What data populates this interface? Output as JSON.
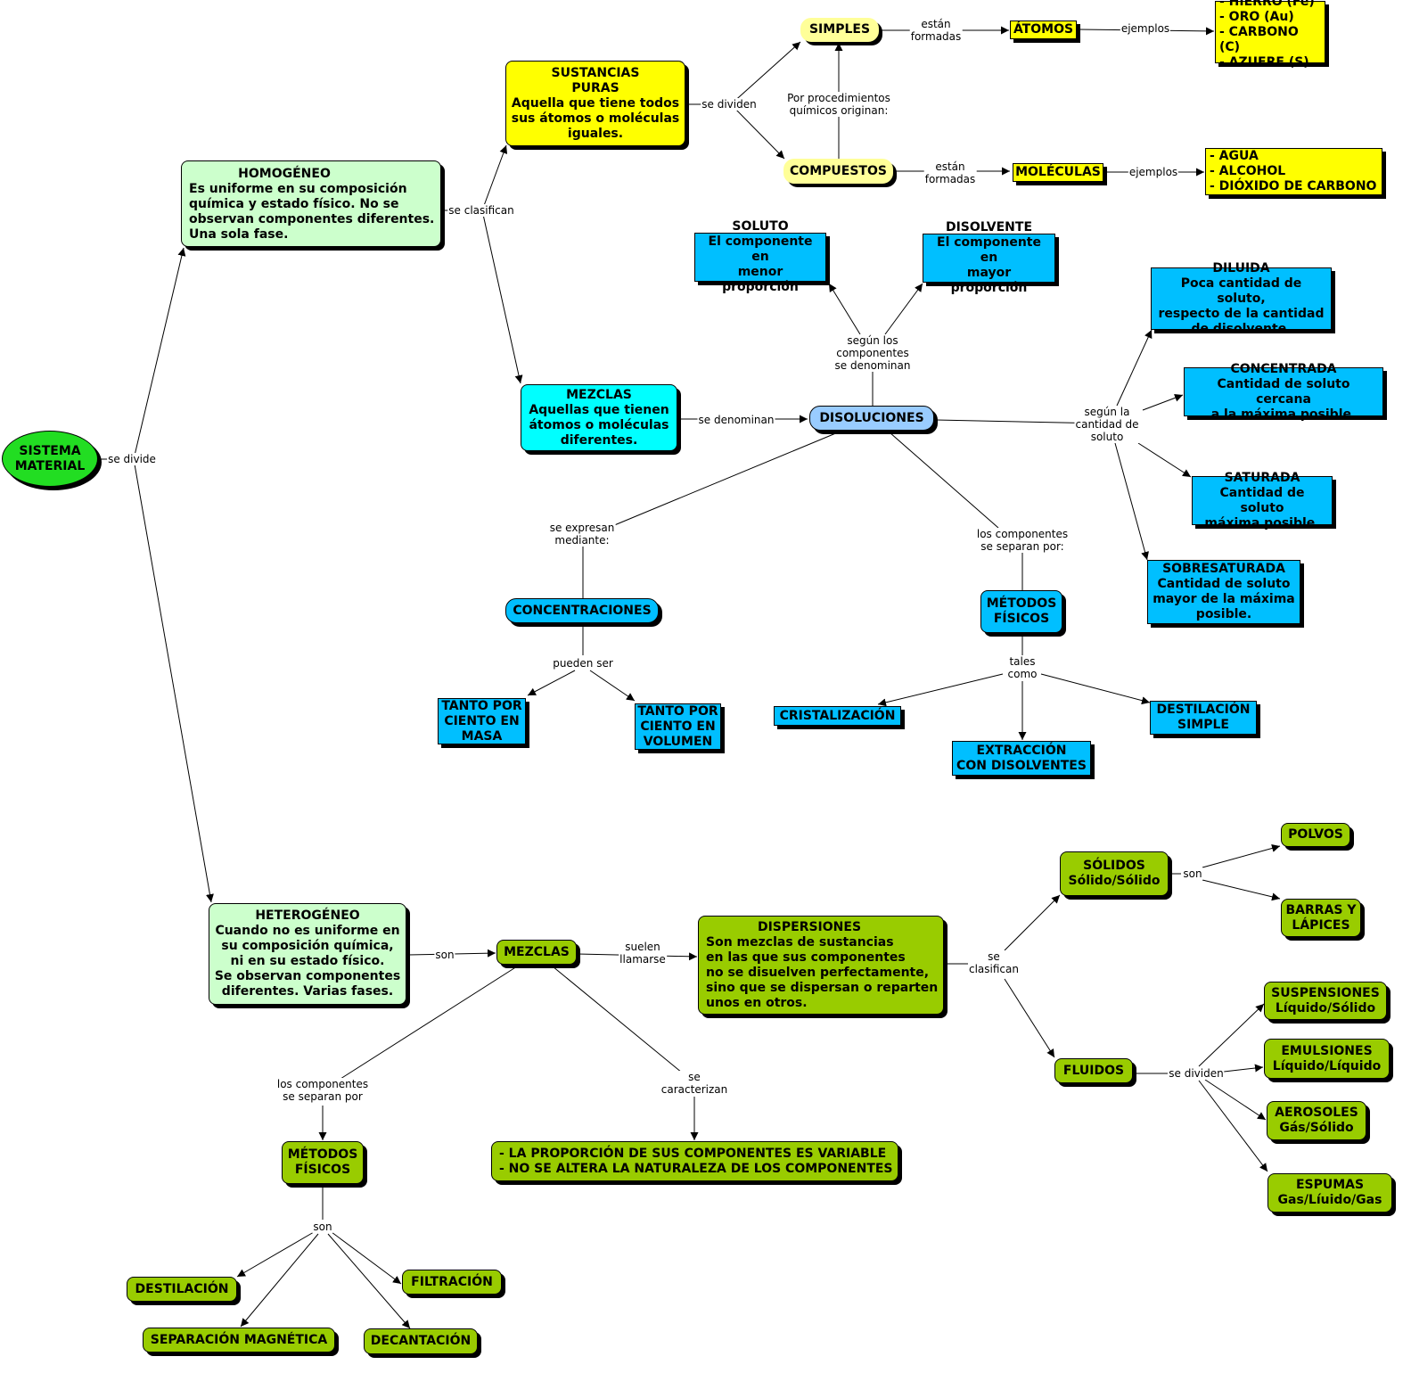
{
  "colors": {
    "root": "#22dd22",
    "light_green": "#ccffcc",
    "yellow": "#ffff00",
    "pale_yellow": "#ffff99",
    "blue": "#00bfff",
    "cyan": "#00ffff",
    "light_blue": "#99ccff",
    "olive": "#99cc00"
  },
  "nodes": {
    "sistema": "SISTEMA\nMATERIAL",
    "homogeneo_title": "HOMOGÉNEO",
    "homogeneo_body": "Es uniforme en su composición\nquímica y estado físico. No se\nobservan componentes diferentes.\nUna sola fase.",
    "sustancias": "SUSTANCIAS\nPURAS\nAquella que tiene todos\nsus átomos o moléculas\niguales.",
    "simples": "SIMPLES",
    "compuestos": "COMPUESTOS",
    "atomos": "ÁTOMOS",
    "moleculas": "MOLÉCULAS",
    "elementos": "- HIERRO (Fe)\n- ORO (Au)\n- CARBONO (C)\n- AZUFRE (S)",
    "ej_compuestos": "- AGUA\n- ALCOHOL\n- DIÓXIDO DE CARBONO",
    "soluto": "SOLUTO\nEl componente en\nmenor proporción",
    "disolvente": "DISOLVENTE\nEl componente en\nmayor proporción",
    "mezclas_hom": "MEZCLAS\nAquellas que tienen\nátomos o moléculas\ndiferentes.",
    "disoluciones": "DISOLUCIONES",
    "diluida": "DILUIDA\nPoca cantidad de soluto,\nrespecto de la cantidad\nde disolvente.",
    "concentrada": "CONCENTRADA\nCantidad de soluto cercana\na la máxima posible.",
    "saturada": "SATURADA\nCantidad de soluto\nmáxima posible.",
    "sobresaturada": "SOBRESATURADA\nCantidad de soluto\nmayor de la máxima\nposible.",
    "concentraciones": "CONCENTRACIONES",
    "masa": "TANTO POR\nCIENTO EN\nMASA",
    "volumen": "TANTO POR\nCIENTO EN\nVOLUMEN",
    "metodos_fis1": "MÉTODOS\nFÍSICOS",
    "cristalizacion": "CRISTALIZACIÓN",
    "extraccion": "EXTRACCIÓN\nCON DISOLVENTES",
    "dest_simple": "DESTILACIÓN\nSIMPLE",
    "heterogeneo": "HETEROGÉNEO\nCuando no es uniforme en\nsu composición química,\nni en su estado físico.\nSe observan componentes\ndiferentes. Varias fases.",
    "mezclas_het": "MEZCLAS",
    "dispersiones_title": "DISPERSIONES",
    "dispersiones_body": "Son mezclas de sustancias\nen las que sus componentes\nno se disuelven perfectamente,\nsino que se dispersan o reparten\nunos en otros.",
    "solidos": "SÓLIDOS\nSólido/Sólido",
    "polvos": "POLVOS",
    "barras": "BARRAS Y\nLÁPICES",
    "fluidos": "FLUIDOS",
    "suspensiones": "SUSPENSIONES\nLíquido/Sólido",
    "emulsiones": "EMULSIONES\nLíquido/Líquido",
    "aerosoles": "AEROSOLES\nGás/Sólido",
    "espumas": "ESPUMAS\nGas/Líuido/Gas",
    "metodos_fis2": "MÉTODOS\nFÍSICOS",
    "caracteristicas": "- LA PROPORCIÓN DE SUS COMPONENTES ES VARIABLE\n- NO SE ALTERA LA NATURALEZA DE LOS COMPONENTES",
    "destilacion": "DESTILACIÓN",
    "filtracion": "FILTRACIÓN",
    "separacion": "SEPARACIÓN MAGNÉTICA",
    "decantacion": "DECANTACIÓN"
  },
  "labels": {
    "se_divide": "se divide",
    "se_clasifican": "se clasifican",
    "se_dividen": "se dividen",
    "estan_formadas_1": "están\nformadas",
    "ejemplos_1": "ejemplos",
    "procedimientos": "Por procedimientos\nquímicos originan:",
    "estan_formadas_2": "están\nformadas",
    "ejemplos_2": "ejemplos",
    "se_denominan": "se denominan",
    "segun_componentes": "según los\ncomponentes\nse denominan",
    "segun_cantidad": "según la\ncantidad de\nsoluto",
    "se_expresan": "se expresan\nmediante:",
    "pueden_ser": "pueden ser",
    "componentes_separan_1": "los componentes\nse separan por:",
    "tales_como": "tales\ncomo",
    "son_1": "son",
    "suelen_llamarse": "suelen\nllamarse",
    "se_clasifican_2": "se\nclasifican",
    "son_2": "son",
    "se_dividen_2": "se dividen",
    "componentes_separan_2": "los componentes\nse separan por",
    "se_caracterizan": "se\ncaracterizan",
    "son_3": "son"
  }
}
